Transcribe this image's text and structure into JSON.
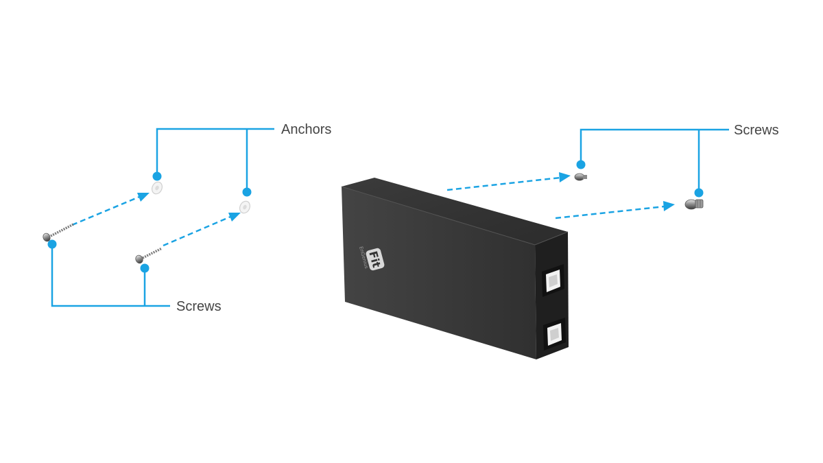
{
  "labels": {
    "anchors": "Anchors",
    "screws_left": "Screws",
    "screws_right": "Screws"
  },
  "device": {
    "brand_mark": "Fit",
    "brand_text": "EnGenius"
  },
  "colors": {
    "callout": "#1aa3e3",
    "device_body": "#333333",
    "background": "#ffffff",
    "label_text": "#444444"
  }
}
